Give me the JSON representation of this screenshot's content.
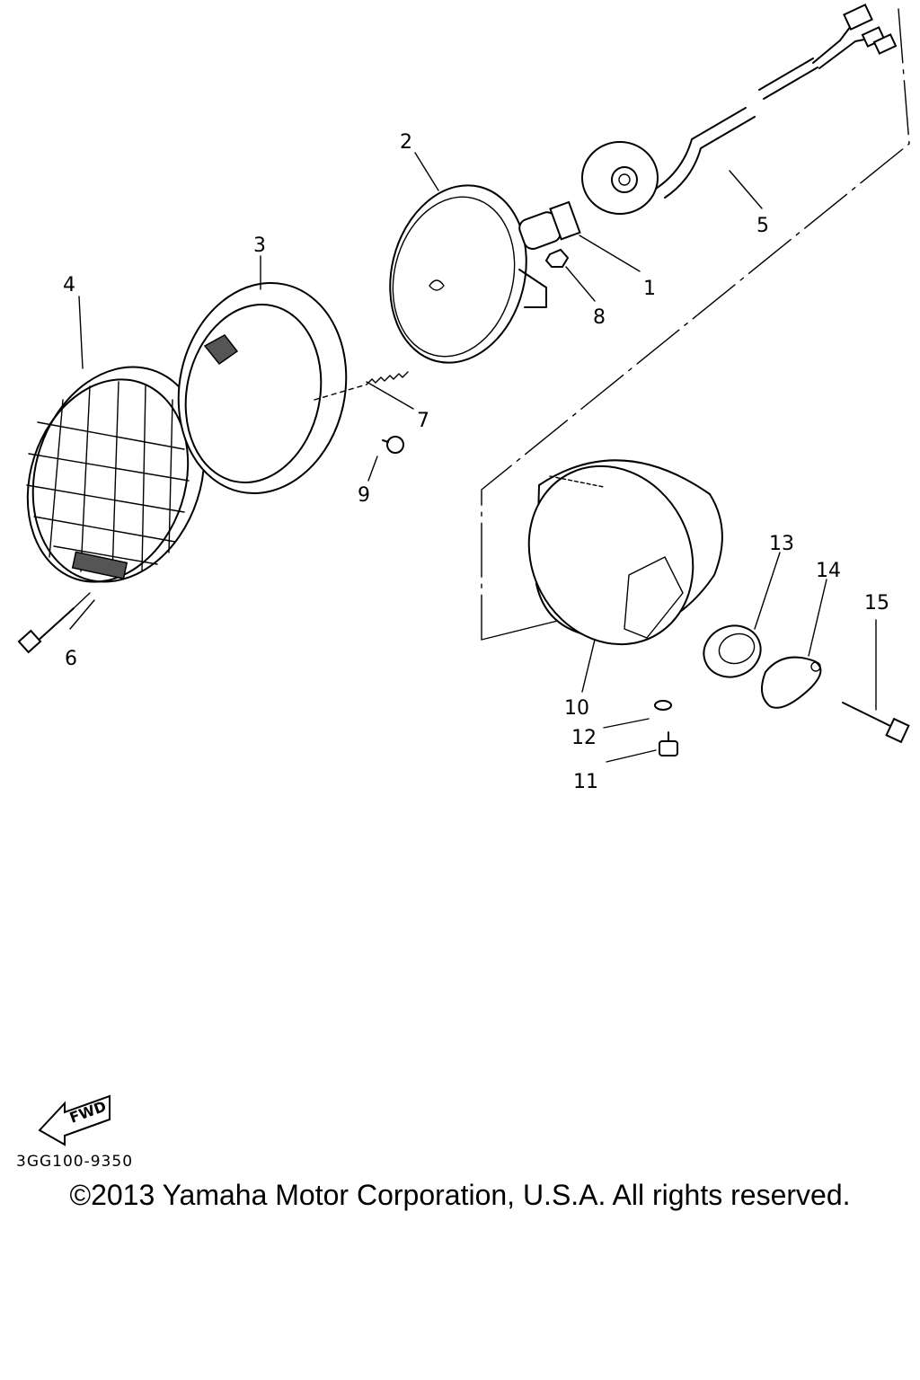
{
  "callouts": {
    "c1": "1",
    "c2": "2",
    "c3": "3",
    "c4": "4",
    "c5": "5",
    "c6": "6",
    "c7": "7",
    "c8": "8",
    "c9": "9",
    "c10": "10",
    "c11": "11",
    "c12": "12",
    "c13": "13",
    "c14": "14",
    "c15": "15"
  },
  "fwd_label": "FWD",
  "diagram_code": "3GG100-9350",
  "copyright": "©2013 Yamaha Motor Corporation, U.S.A. All rights reserved."
}
